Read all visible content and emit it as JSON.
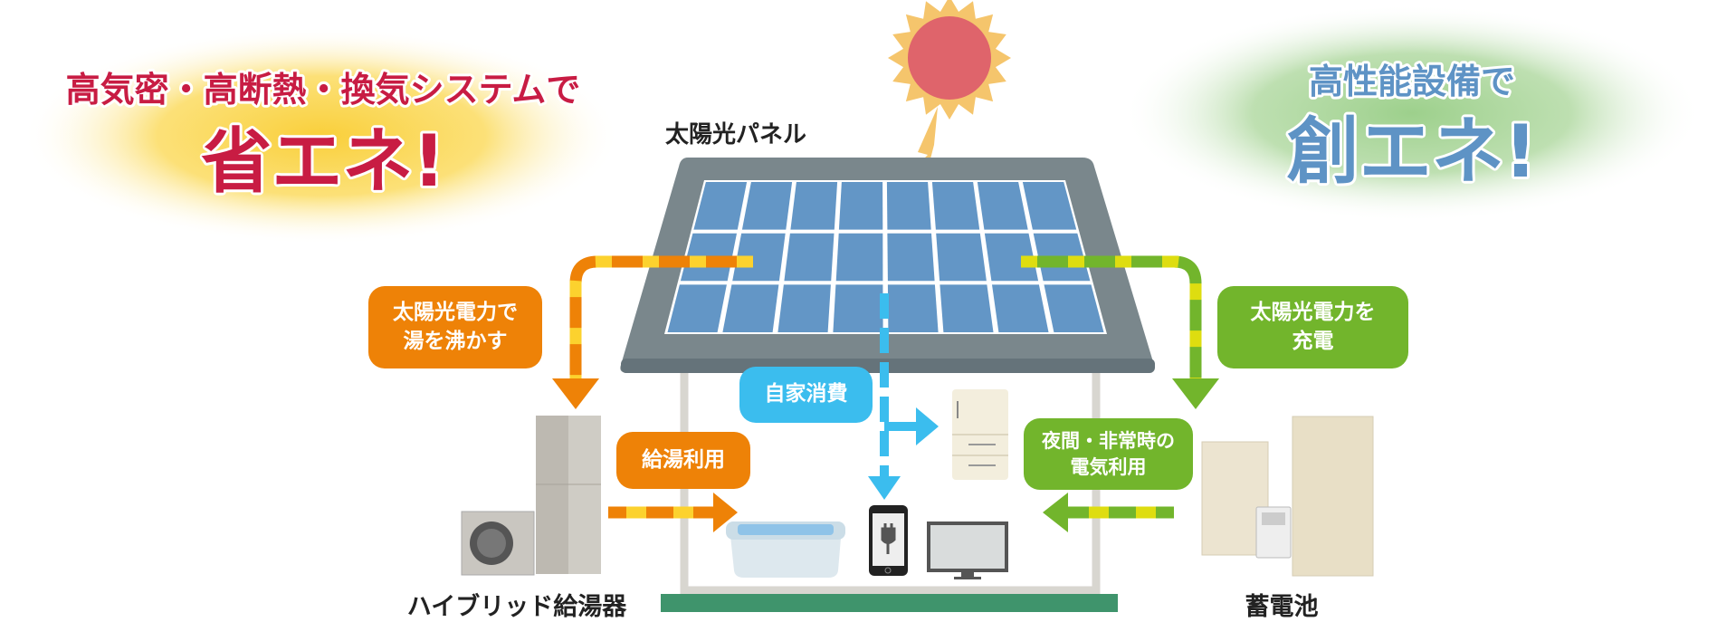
{
  "left_heading": {
    "line1": "高気密・高断熱・換気システムで",
    "line2": "省エネ!",
    "color": "#c81c43",
    "glow": "#f9cf3a"
  },
  "right_heading": {
    "line1": "高性能設備で",
    "line2": "創エネ!",
    "color": "#5e93c5",
    "glow": "#9dd08c"
  },
  "panel_label": "太陽光パネル",
  "bubbles": {
    "boil": [
      "太陽光電力で",
      "湯を沸かす"
    ],
    "hot_water_use": "給湯利用",
    "self_consumption": "自家消費",
    "charge": [
      "太陽光電力を",
      "充電"
    ],
    "night_use": [
      "夜間・非常時の",
      "電気利用"
    ]
  },
  "device_labels": {
    "water_heater": "ハイブリッド給湯器",
    "battery": "蓄電池"
  },
  "colors": {
    "orange": "#ee8207",
    "green": "#72b52c",
    "blue": "#3bbdee",
    "yellow": "#fcd22e",
    "panel": "#6396c6",
    "roof": "#7a878c"
  }
}
